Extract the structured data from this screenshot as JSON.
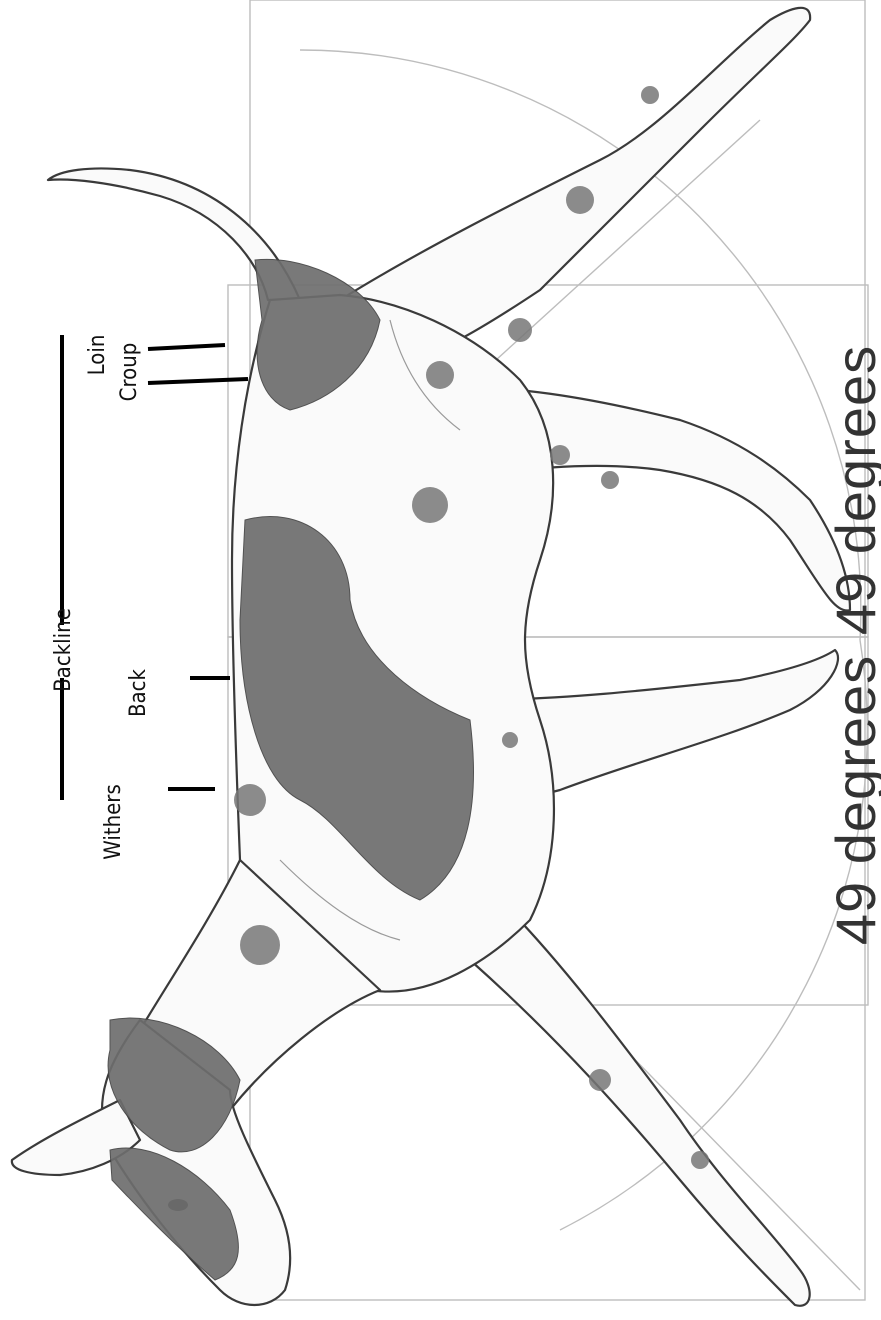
{
  "labels": {
    "withers": "Withers",
    "back": "Back",
    "loin": "Loin",
    "croup": "Croup",
    "backline": "Backline",
    "angle_front": "49 degrees",
    "angle_rear": "49 degrees"
  }
}
